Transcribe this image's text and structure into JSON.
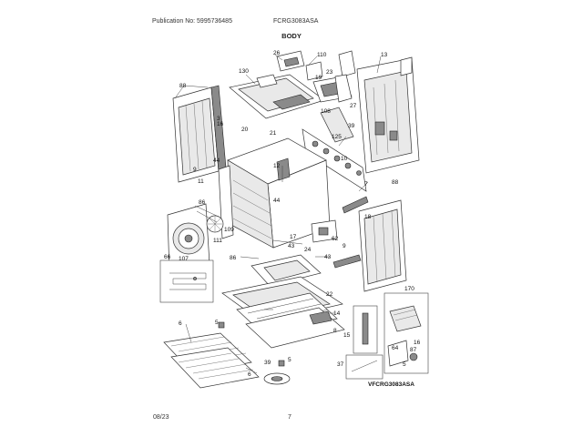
{
  "header": {
    "publication": "Publication No: 5995736485",
    "model": "FCRG3083ASA",
    "section_title": "BODY"
  },
  "footer": {
    "date": "08/23",
    "page": "7"
  },
  "diagram": {
    "code": "VFCRG3083ASA",
    "callouts": [
      "88",
      "3",
      "16",
      "9",
      "44",
      "11",
      "86",
      "111",
      "109",
      "107",
      "66",
      "130",
      "26",
      "110",
      "23",
      "19",
      "108",
      "27",
      "20",
      "21",
      "12",
      "44",
      "13",
      "39",
      "125",
      "7",
      "10",
      "18",
      "88",
      "62",
      "43",
      "17",
      "24",
      "43",
      "86",
      "9",
      "22",
      "14",
      "8",
      "5",
      "6",
      "6",
      "39",
      "5",
      "15",
      "170",
      "64",
      "37",
      "87",
      "16",
      "5"
    ]
  }
}
